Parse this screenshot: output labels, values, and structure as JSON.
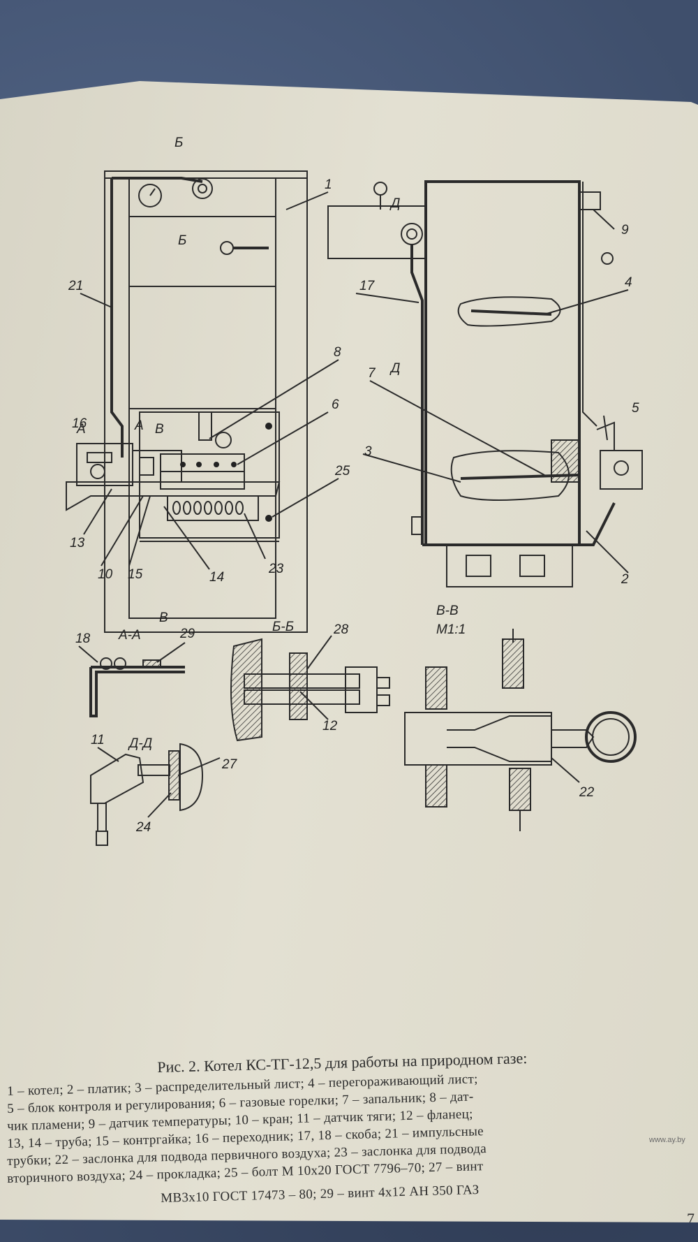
{
  "document": {
    "caption": "Рис. 2. Котел КС-ТГ-12,5 для работы на природном газе:",
    "legend_lines": [
      "1 – котел; 2 – платик; 3 – распределительный лист; 4 – перегораживающий лист;",
      "5 – блок контроля и регулирования; 6 – газовые горелки; 7 – запальник; 8 – дат-",
      "чик пламени; 9 – датчик температуры; 10 – кран; 11 – датчик тяги; 12 – фланец;",
      "13, 14 – труба; 15 – контргайка; 16 – переходник; 17, 18 – скоба; 21 – импульсные",
      "трубки; 22 – заслонка для подвода первичного воздуха; 23 – заслонка для подвода",
      "вторичного воздуха; 24 – прокладка; 25 – болт М 10х20 ГОСТ 7796–70; 27 – винт",
      "МВ3х10 ГОСТ 17473 – 80; 29 – винт 4х12 АН 350 ГАЗ"
    ],
    "page_number": "7",
    "watermark": "www.ay.by"
  },
  "drawing": {
    "sections": {
      "aa": "А-А",
      "bb": "Б-Б",
      "vv": "В-В",
      "scale": "М1:1",
      "dd": "Д-Д"
    },
    "cut_marks": {
      "b_top": "Б",
      "b_mid": "Б",
      "a_left": "А",
      "a_right": "А",
      "v_top": "В",
      "v_bottom": "В",
      "d_top": "Д",
      "d_mid": "Д"
    },
    "callouts": {
      "n1": "1",
      "n2": "2",
      "n3": "3",
      "n4": "4",
      "n5": "5",
      "n6": "6",
      "n7": "7",
      "n8": "8",
      "n9": "9",
      "n10": "10",
      "n11": "11",
      "n12": "12",
      "n13": "13",
      "n14": "14",
      "n15": "15",
      "n16": "16",
      "n17": "17",
      "n18": "18",
      "n21": "21",
      "n22": "22",
      "n23": "23",
      "n24": "24",
      "n25": "25",
      "n27": "27",
      "n28": "28",
      "n29": "29"
    }
  }
}
